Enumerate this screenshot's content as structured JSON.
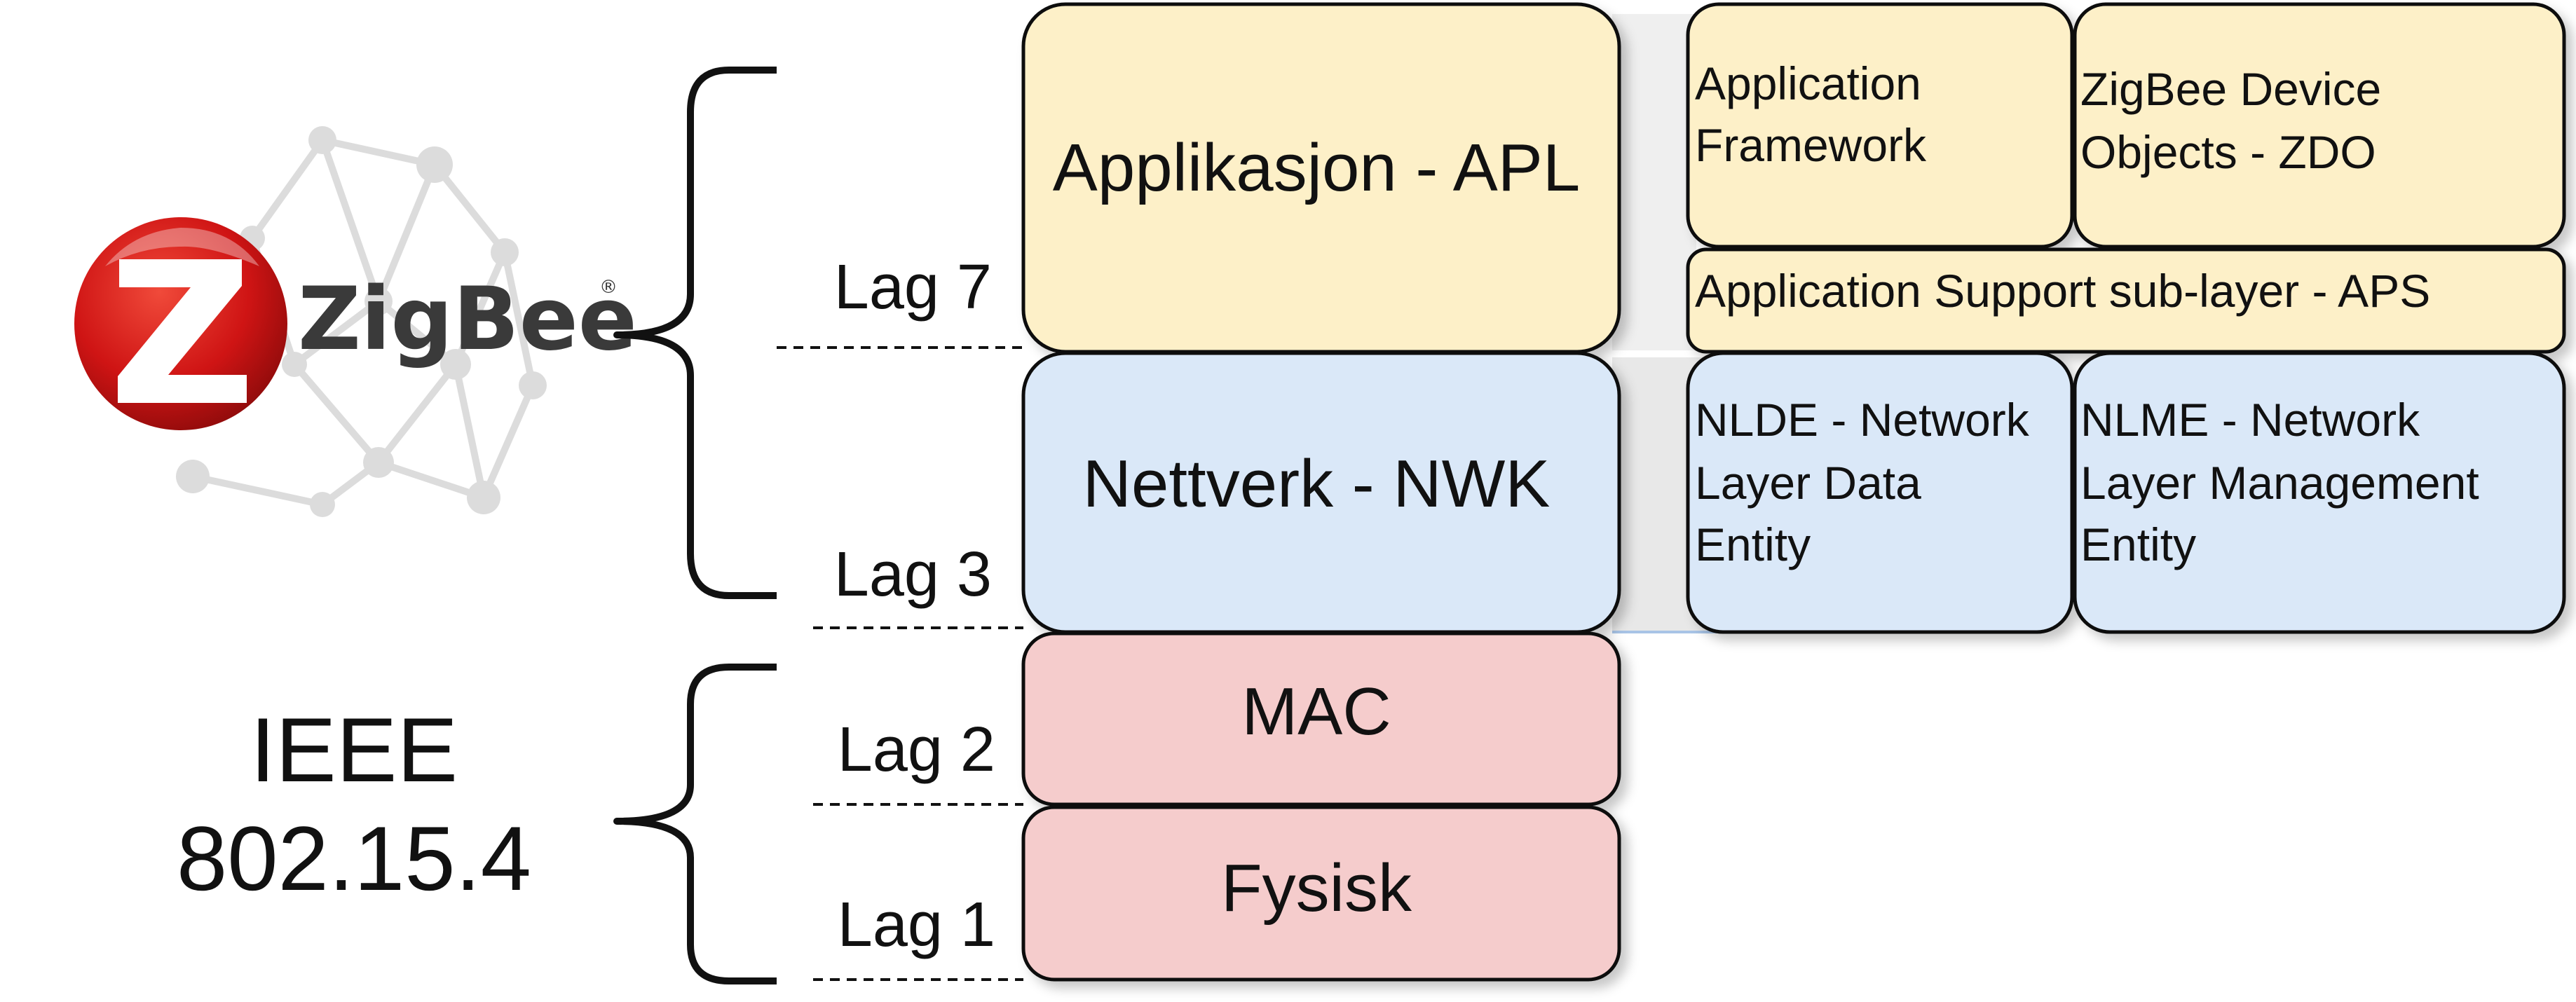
{
  "logo": {
    "brand": "ZigBee",
    "registered_mark": "®",
    "icon": "zigbee-z-logo-icon"
  },
  "ieee": {
    "line1": "IEEE",
    "line2": "802.15.4"
  },
  "layer_labels": {
    "lag7": "Lag 7",
    "lag3": "Lag 3",
    "lag2": "Lag 2",
    "lag1": "Lag 1"
  },
  "stack": {
    "apl": "Applikasjon - APL",
    "nwk": "Nettverk - NWK",
    "mac": "MAC",
    "phy": "Fysisk"
  },
  "apl_detail": {
    "framework_line1": "Application",
    "framework_line2": "Framework",
    "zdo_line1": "ZigBee Device",
    "zdo_line2": "Objects - ZDO",
    "aps": "Application Support sub-layer - APS"
  },
  "nwk_detail": {
    "nlde_line1": "NLDE - Network",
    "nlde_line2": "Layer Data",
    "nlde_line3": "Entity",
    "nlme_line1": "NLME - Network",
    "nlme_line2": "Layer Management",
    "nlme_line3": "Entity"
  },
  "colors": {
    "apl_fill": "#fdf0c8",
    "nwk_fill": "#dae8f8",
    "ieee_fill": "#f5cccc",
    "outline": "#111111",
    "logo_red": "#d11a1a",
    "network_gray": "#dcdcdc"
  }
}
